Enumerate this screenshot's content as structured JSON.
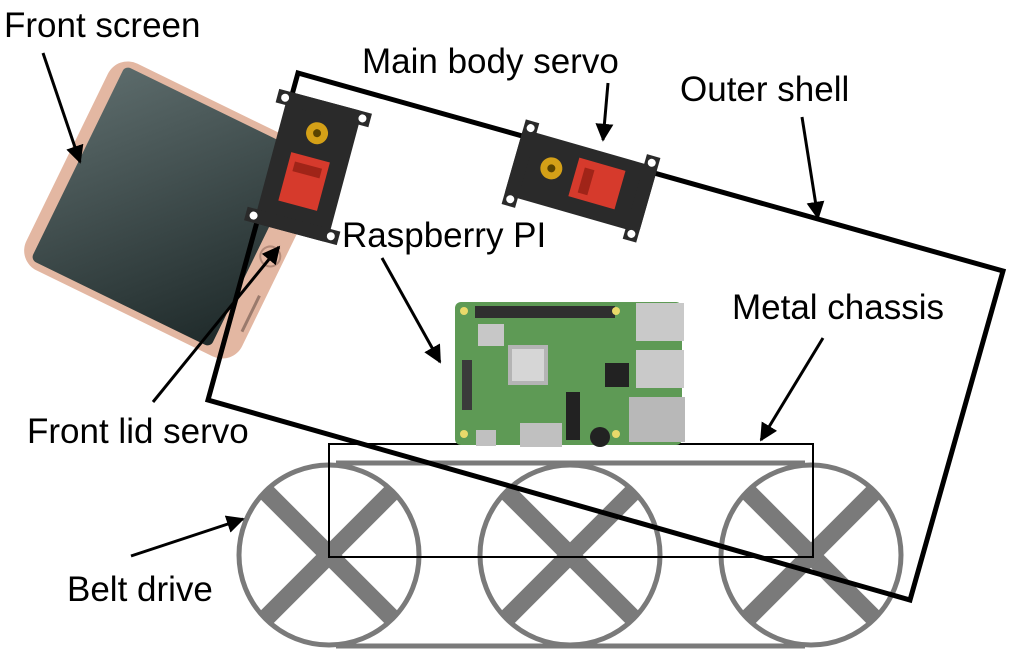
{
  "labels": {
    "front_screen": "Front screen",
    "main_body_servo": "Main body servo",
    "outer_shell": "Outer shell",
    "raspberry_pi": "Raspberry PI",
    "metal_chassis": "Metal chassis",
    "front_lid_servo": "Front lid servo",
    "belt_drive": "Belt drive"
  },
  "colors": {
    "text": "#000000",
    "shell_outline": "#000000",
    "wheel_gray": "#7a7a7a",
    "pcb_green": "#5e9a55",
    "servo_body": "#2a2a2a",
    "servo_label": "#d63a2c",
    "phone_frame": "#d9aa95",
    "phone_screen": "#2b3a3a"
  }
}
